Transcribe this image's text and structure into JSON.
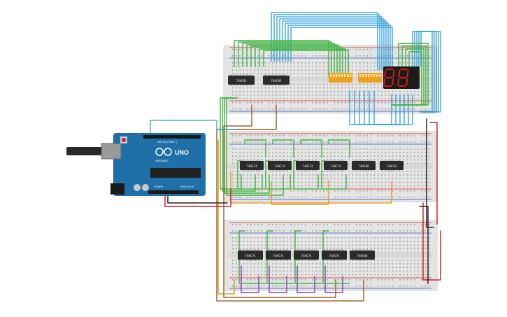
{
  "canvas": {
    "background": "#ffffff"
  },
  "colors": {
    "breadboard": "#e4e4e4",
    "breadboard_edge": "#cfcfcf",
    "hole": "#9a9a9a",
    "rail_red": "#d62020",
    "rail_blue": "#2a4fbf",
    "chip_body": "#2b2b2b",
    "chip_label": "#e8e8e8",
    "arduino_board": "#1f6fa8",
    "arduino_dark": "#15547f",
    "display_body": "#1c1c1c",
    "display_segment": "#e01818",
    "dip_switch": "#f0a020",
    "wire_green": "#3fb43f",
    "wire_blue": "#2a9fd6",
    "wire_red": "#d62020",
    "wire_black": "#222222",
    "wire_orange": "#e89a2a",
    "wire_brown": "#9a6a2a",
    "wire_purple": "#8a3ab8"
  },
  "arduino": {
    "name": "Arduino Uno",
    "logo_text": "UNO",
    "brand_text": "ARDUINO",
    "header_text": "DIGITAL (PWM ~)",
    "power_text": "POWER",
    "analog_text": "ANALOG IN",
    "usb_icon": "usb-plug-icon"
  },
  "top_board": {
    "chips": [
      "74HC85",
      "74HC85"
    ],
    "dip_switch_count": 2,
    "display_digits": "88"
  },
  "middle_board": {
    "chips": [
      "74HC74",
      "74HC74",
      "74HC74",
      "74HC74",
      "74HC08",
      "74HC04"
    ]
  },
  "bottom_board": {
    "chips": [
      "74HC74",
      "74HC74",
      "74HC74",
      "74HC74",
      "74HC08"
    ]
  }
}
